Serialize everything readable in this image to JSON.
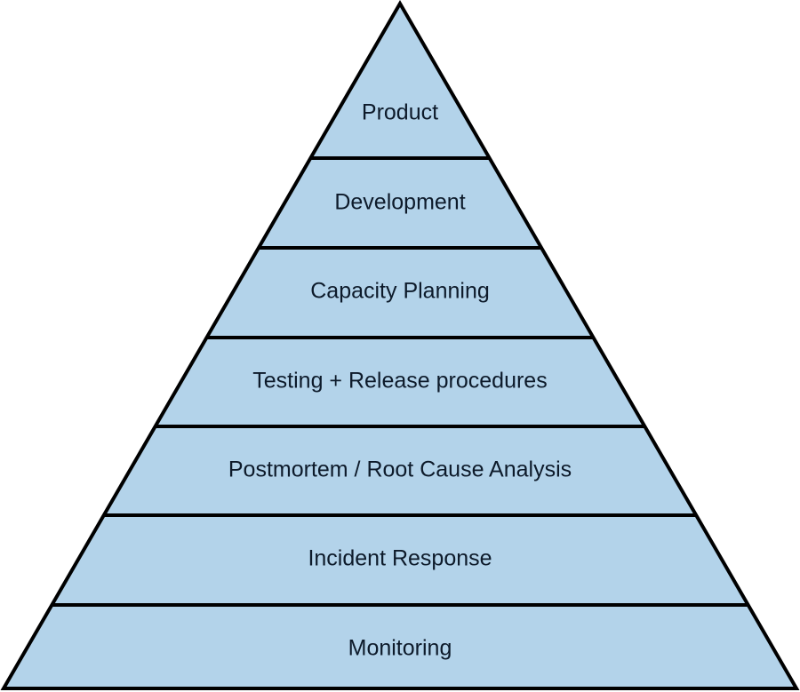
{
  "diagram": {
    "type": "pyramid",
    "fill_color": "#b3d3ea",
    "stroke_color": "#000000",
    "levels_top_to_bottom": [
      "Product",
      "Development",
      "Capacity Planning",
      "Testing + Release procedures",
      "Postmortem / Root Cause Analysis",
      "Incident Response",
      "Monitoring"
    ]
  }
}
